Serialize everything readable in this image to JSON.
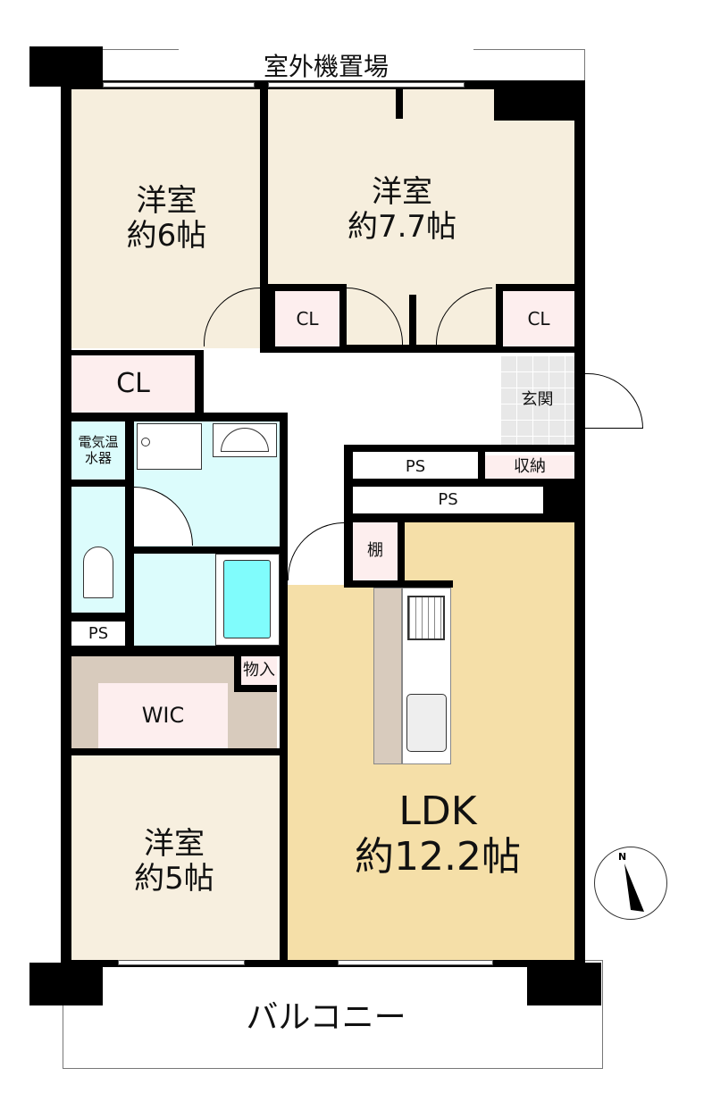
{
  "title": "間取り図",
  "labels": {
    "outdoor_unit": "室外機置場",
    "balcony": "バルコニー",
    "room1_name": "洋室",
    "room1_size": "約6帖",
    "room2_name": "洋室",
    "room2_size": "約7.7帖",
    "room3_name": "洋室",
    "room3_size": "約5帖",
    "ldk_name": "LDK",
    "ldk_size": "約12.2帖",
    "cl": "CL",
    "genkan": "玄関",
    "ps": "PS",
    "storage": "収納",
    "shelf": "棚",
    "water_heater": "電気温水器",
    "closet": "物入",
    "wic": "WIC"
  },
  "compass": {
    "north_label": "N"
  },
  "colors": {
    "bedroom": "#f6eedd",
    "ldk": "#f5dfa8",
    "closet": "#fdeeee",
    "wet": "#dcfcfc",
    "bathtub": "#80fcfc",
    "wic": "#d8cbbd",
    "genkan": "#e8e8e8"
  }
}
